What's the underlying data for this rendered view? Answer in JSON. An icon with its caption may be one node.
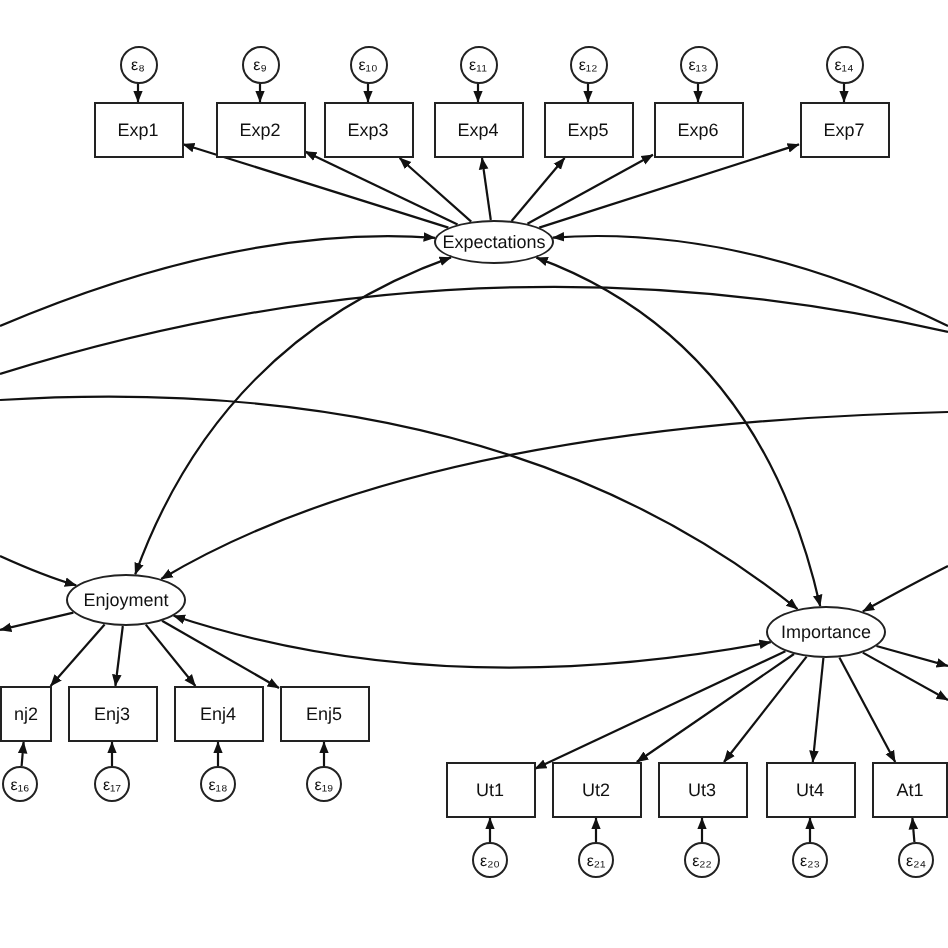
{
  "diagram": {
    "nodes": [
      {
        "text": [
          "Expectations"
        ]
      },
      {
        "text": [
          "Exp1"
        ]
      },
      {
        "text": [
          "Exp2"
        ]
      },
      {
        "text": [
          "Exp3"
        ]
      },
      {
        "text": [
          "Exp4"
        ]
      },
      {
        "text": [
          "Exp5"
        ]
      },
      {
        "text": [
          "Exp6"
        ]
      },
      {
        "text": [
          "Exp7"
        ]
      },
      {
        "text": [
          "ε₈"
        ]
      },
      {
        "text": [
          "ε₉"
        ]
      },
      {
        "text": [
          "ε₁₀"
        ]
      },
      {
        "text": [
          "ε₁₁"
        ]
      },
      {
        "text": [
          "ε₁₂"
        ]
      },
      {
        "text": [
          "ε₁₃"
        ]
      },
      {
        "text": [
          "ε₁₄"
        ]
      },
      {
        "text": [
          "Enjoyment"
        ]
      },
      {
        "text": [
          "nj2"
        ]
      },
      {
        "text": [
          "Enj3"
        ]
      },
      {
        "text": [
          "Enj4"
        ]
      },
      {
        "text": [
          "Enj5"
        ]
      },
      {
        "text": [
          "ε₁₆"
        ]
      },
      {
        "text": [
          "ε₁₇"
        ]
      },
      {
        "text": [
          "ε₁₈"
        ]
      },
      {
        "text": [
          "ε₁₉"
        ]
      },
      {
        "text": [
          "Importance"
        ]
      },
      {
        "text": [
          "Ut1"
        ]
      },
      {
        "text": [
          "Ut2"
        ]
      },
      {
        "text": [
          "Ut3"
        ]
      },
      {
        "text": [
          "Ut4"
        ]
      },
      {
        "text": [
          "At1"
        ]
      },
      {
        "text": [
          "ε₂₀"
        ]
      },
      {
        "text": [
          "ε₂₁"
        ]
      },
      {
        "text": [
          "ε₂₂"
        ]
      },
      {
        "text": [
          "ε₂₃"
        ]
      },
      {
        "text": [
          "ε₂₄"
        ]
      }
    ],
    "edges": [
      {
        "from": 0,
        "to": 1,
        "arrow": "to"
      },
      {
        "from": 0,
        "to": 2,
        "arrow": "to"
      },
      {
        "from": 0,
        "to": 3,
        "arrow": "to"
      },
      {
        "from": 0,
        "to": 4,
        "arrow": "to"
      },
      {
        "from": 0,
        "to": 5,
        "arrow": "to"
      },
      {
        "from": 0,
        "to": 6,
        "arrow": "to"
      },
      {
        "from": 0,
        "to": 7,
        "arrow": "to"
      },
      {
        "from": 8,
        "to": 1,
        "arrow": "to"
      },
      {
        "from": 9,
        "to": 2,
        "arrow": "to"
      },
      {
        "from": 10,
        "to": 3,
        "arrow": "to"
      },
      {
        "from": 11,
        "to": 4,
        "arrow": "to"
      },
      {
        "from": 12,
        "to": 5,
        "arrow": "to"
      },
      {
        "from": 13,
        "to": 6,
        "arrow": "to"
      },
      {
        "from": 14,
        "to": 7,
        "arrow": "to"
      },
      {
        "from": 0,
        "to": 15,
        "arrow": "both"
      },
      {
        "from": 0,
        "to": 24,
        "arrow": "both"
      },
      {
        "from": 15,
        "to": 24,
        "arrow": "both"
      },
      {
        "from": null,
        "to": 0,
        "arrow": "to"
      },
      {
        "from": null,
        "to": 0,
        "arrow": "to"
      },
      {
        "from": null,
        "to": 15,
        "arrow": "to"
      },
      {
        "from": null,
        "to": 15,
        "arrow": "to"
      },
      {
        "from": null,
        "to": 24,
        "arrow": "to"
      },
      {
        "from": null,
        "to": 24,
        "arrow": "to"
      },
      {
        "from": 15,
        "to": null,
        "arrow": "to"
      },
      {
        "from": 15,
        "to": 16,
        "arrow": "to"
      },
      {
        "from": 15,
        "to": 17,
        "arrow": "to"
      },
      {
        "from": 15,
        "to": 18,
        "arrow": "to"
      },
      {
        "from": 15,
        "to": 19,
        "arrow": "to"
      },
      {
        "from": 20,
        "to": 16,
        "arrow": "to"
      },
      {
        "from": 21,
        "to": 17,
        "arrow": "to"
      },
      {
        "from": 22,
        "to": 18,
        "arrow": "to"
      },
      {
        "from": 23,
        "to": 19,
        "arrow": "to"
      },
      {
        "from": 24,
        "to": 25,
        "arrow": "to"
      },
      {
        "from": 24,
        "to": 26,
        "arrow": "to"
      },
      {
        "from": 24,
        "to": 27,
        "arrow": "to"
      },
      {
        "from": 24,
        "to": 28,
        "arrow": "to"
      },
      {
        "from": 24,
        "to": 29,
        "arrow": "to"
      },
      {
        "from": 24,
        "to": null,
        "arrow": "to"
      },
      {
        "from": 24,
        "to": null,
        "arrow": "to"
      },
      {
        "from": 30,
        "to": 25,
        "arrow": "to"
      },
      {
        "from": 31,
        "to": 26,
        "arrow": "to"
      },
      {
        "from": 32,
        "to": 27,
        "arrow": "to"
      },
      {
        "from": 33,
        "to": 28,
        "arrow": "to"
      },
      {
        "from": 34,
        "to": 29,
        "arrow": "to"
      }
    ]
  }
}
